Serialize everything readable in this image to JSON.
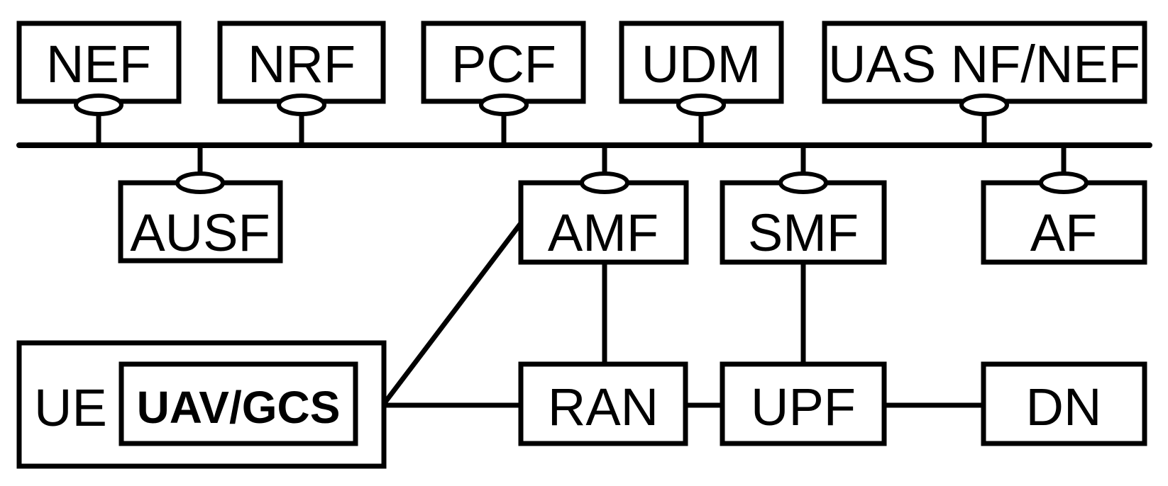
{
  "diagram": {
    "top_nfs": {
      "nef": "NEF",
      "nrf": "NRF",
      "pcf": "PCF",
      "udm": "UDM",
      "uas_nf_nef": "UAS NF/NEF"
    },
    "mid_nfs": {
      "ausf": "AUSF",
      "amf": "AMF",
      "smf": "SMF",
      "af": "AF"
    },
    "bottom": {
      "ue": "UE",
      "uav_gcs": "UAV/GCS",
      "ran": "RAN",
      "upf": "UPF",
      "dn": "DN"
    },
    "colors": {
      "stroke": "#000000",
      "background": "#ffffff"
    }
  }
}
